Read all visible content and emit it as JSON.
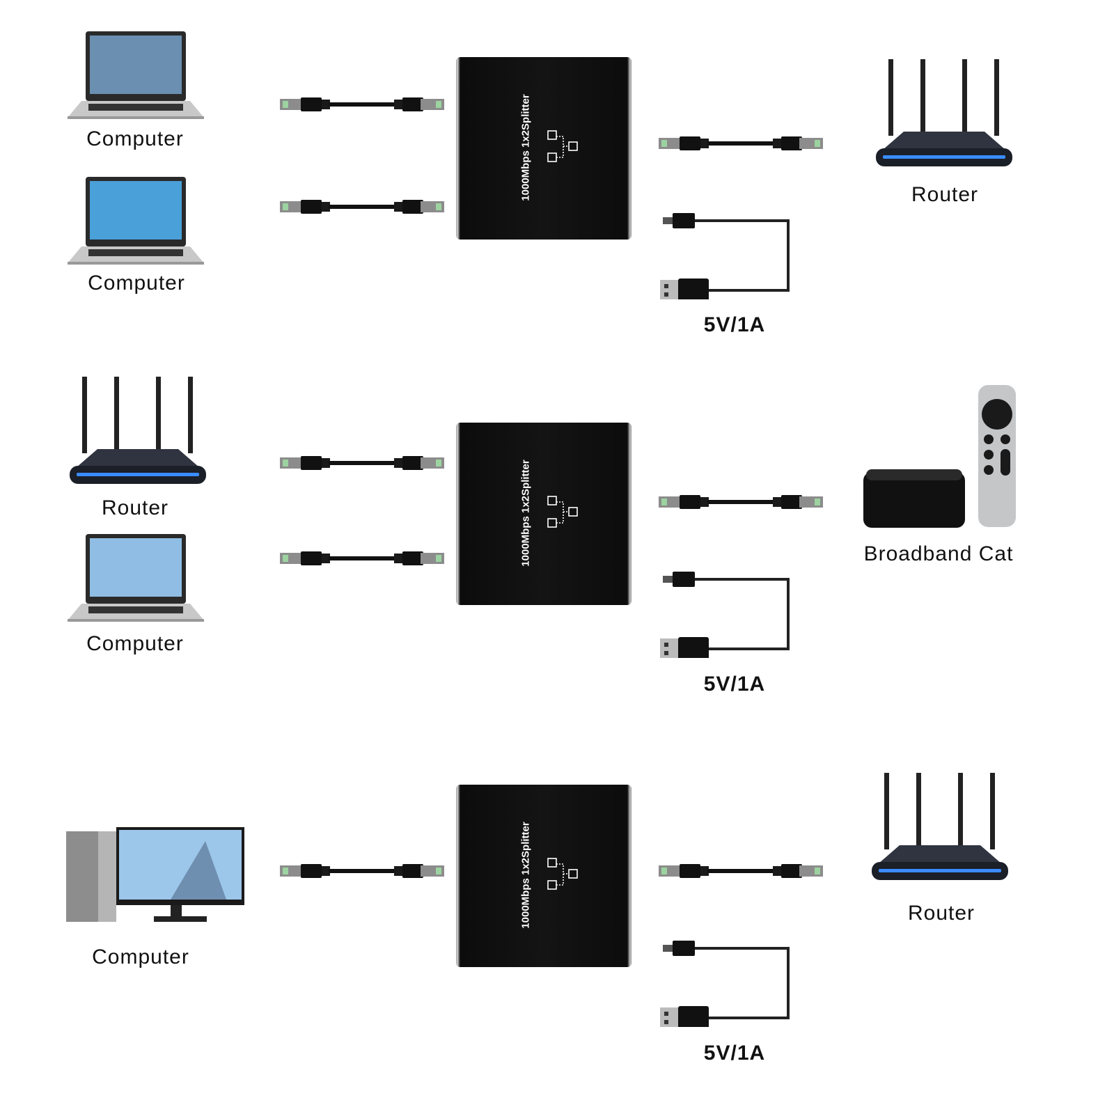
{
  "splitter_label": "1000Mbps 1x2Splitter",
  "power_label": "5V/1A",
  "rows": [
    {
      "left": [
        "Computer",
        "Computer"
      ],
      "right": "Router"
    },
    {
      "left": [
        "Router",
        "Computer"
      ],
      "right": "Broadband Cat"
    },
    {
      "left": [
        "Computer"
      ],
      "right": "Router"
    }
  ],
  "icons": [
    "laptop-icon",
    "router-icon",
    "desktop-computer-icon",
    "set-top-box-icon",
    "remote-control-icon",
    "ethernet-cable-icon",
    "usb-cable-icon",
    "network-topology-icon"
  ]
}
